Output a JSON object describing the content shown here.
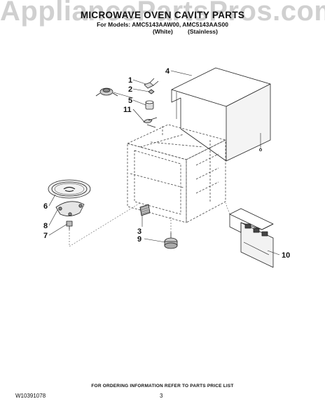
{
  "watermark": "AppliancePartsPros.com",
  "header": {
    "title": "MICROWAVE OVEN CAVITY PARTS",
    "models": "For Models: AMC5143AAW00, AMC5143AAS00",
    "variant_white": "(White)",
    "variant_stainless": "(Stainless)"
  },
  "callouts": [
    "1",
    "2",
    "5",
    "11",
    "4",
    "6",
    "8",
    "7",
    "3",
    "9",
    "10"
  ],
  "footer": {
    "note": "FOR ORDERING INFORMATION REFER TO PARTS PRICE LIST",
    "doc_number": "W10391078",
    "page_number": "3"
  }
}
